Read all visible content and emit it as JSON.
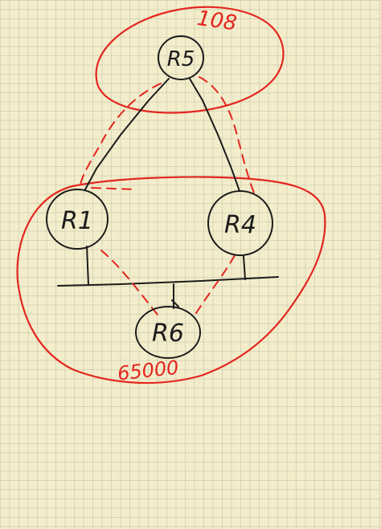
{
  "diagram": {
    "colors": {
      "paper": "#f3edcb",
      "grid": "#b9b6a0",
      "ink_black": "#1b1b1b",
      "ink_red": "#e3261f"
    },
    "routers": {
      "r5": {
        "label": "R5"
      },
      "r1": {
        "label": "R1"
      },
      "r4": {
        "label": "R4"
      },
      "r6": {
        "label": "R6"
      }
    },
    "areas": {
      "top": {
        "label": "108"
      },
      "bottom": {
        "label": "65000"
      }
    }
  }
}
